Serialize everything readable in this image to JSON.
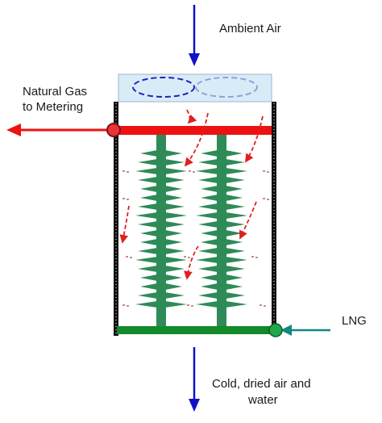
{
  "labels": {
    "ambient_air": "Ambient Air",
    "natural_gas_line1": "Natural Gas",
    "natural_gas_line2": "to Metering",
    "lng": "LNG",
    "outlet_line1": "Cold,  dried air and",
    "outlet_line2": "water"
  },
  "colors": {
    "air_arrow": "#1010c8",
    "gas_header": "#ee1111",
    "lng_header": "#128a2a",
    "lng_arrow": "#108a80",
    "fin": "#2e8b57",
    "fan_box": "#d8ecf8",
    "wall": "#111111",
    "airflow": "#e02020"
  },
  "icons": {
    "fan": "fan-icon",
    "ambient_air_arrow": "arrow-down-icon",
    "natural_gas_arrow": "arrow-left-icon",
    "lng_arrow": "arrow-left-icon",
    "outlet_arrow": "arrow-down-icon",
    "airflow": "dashed-arrow-icon"
  }
}
